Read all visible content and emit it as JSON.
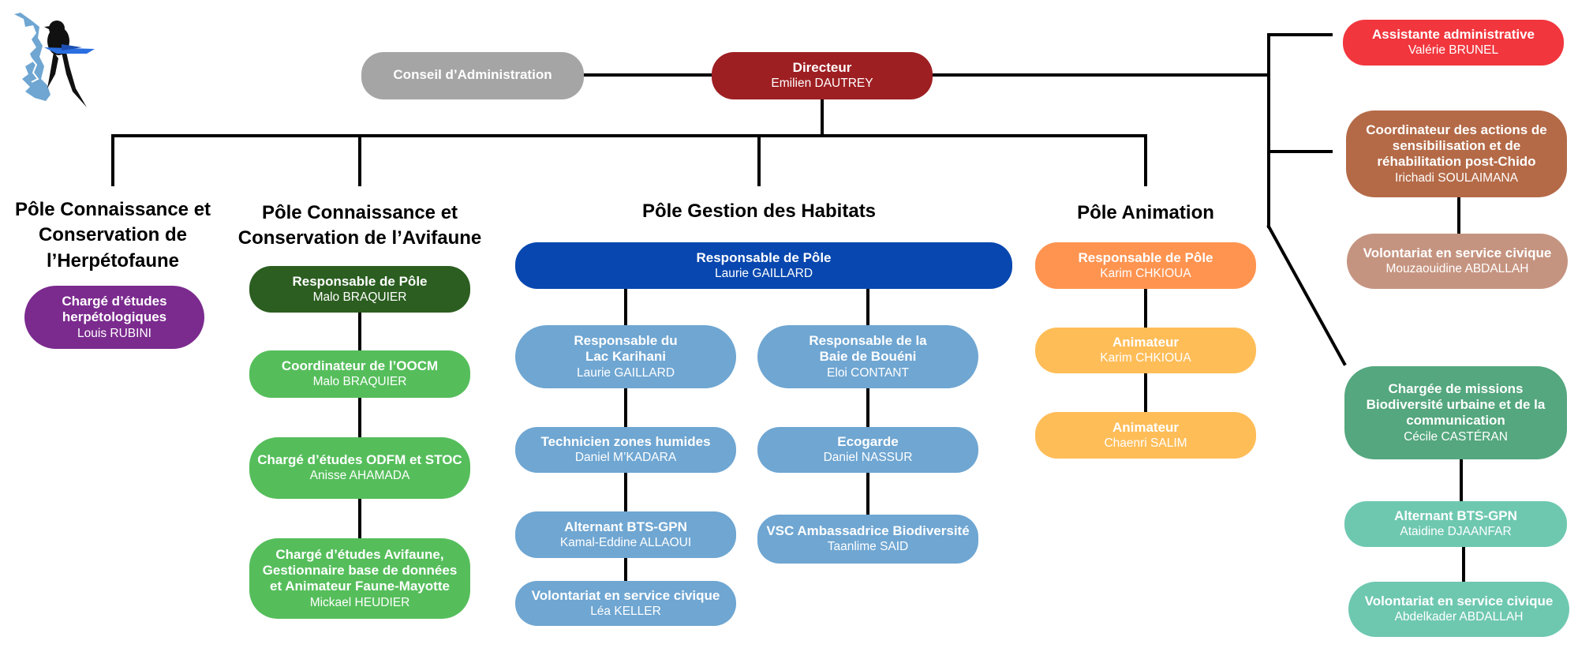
{
  "colors": {
    "connector": "#000000",
    "board": "#A5A5A5",
    "director": "#9E1F22",
    "herpeto": "#7B2A8E",
    "avifaune_head": "#2B5E20",
    "avifaune": "#55BE5B",
    "habitats_head": "#0747AF",
    "habitats": "#6FA6D2",
    "animation_head": "#FF9450",
    "animation": "#FFBD58",
    "assistant": "#F1363D",
    "coord_chido": "#B46A47",
    "coord_chido_light": "#C59480",
    "biodiv": "#54A77E",
    "biodiv_light": "#6EC8B0"
  },
  "logo": {
    "name": "bird-logo"
  },
  "pole_titles": [
    {
      "id": "herpeto",
      "text": "Pôle Connaissance et\nConservation de\nl’Herpétofaune"
    },
    {
      "id": "avifaune",
      "text": "Pôle Connaissance et\nConservation de l’Avifaune"
    },
    {
      "id": "habitats",
      "text": "Pôle Gestion des Habitats"
    },
    {
      "id": "animation",
      "text": "Pôle Animation"
    }
  ],
  "nodes": [
    {
      "id": "conseil",
      "role": "Conseil d’Administration",
      "person": ""
    },
    {
      "id": "directeur",
      "role": "Directeur",
      "person": "Emilien DAUTREY"
    },
    {
      "id": "herp-charge",
      "role": "Chargé d’études\nherpétologiques",
      "person": "Louis RUBINI"
    },
    {
      "id": "avi-resp",
      "role": "Responsable de Pôle",
      "person": "Malo BRAQUIER"
    },
    {
      "id": "avi-coord",
      "role": "Coordinateur de l’OOCM",
      "person": "Malo BRAQUIER"
    },
    {
      "id": "avi-odfm",
      "role": "Chargé d’études ODFM et STOC",
      "person": "Anisse AHAMADA"
    },
    {
      "id": "avi-faune",
      "role": "Chargé d’études Avifaune,\nGestionnaire base de données\net Animateur Faune-Mayotte",
      "person": "Mickael HEUDIER"
    },
    {
      "id": "hab-resp",
      "role": "Responsable de Pôle",
      "person": "Laurie GAILLARD"
    },
    {
      "id": "hab-lac",
      "role": "Responsable du\nLac Karihani",
      "person": "Laurie GAILLARD"
    },
    {
      "id": "hab-tech",
      "role": "Technicien zones humides",
      "person": "Daniel M’KADARA"
    },
    {
      "id": "hab-alt",
      "role": "Alternant BTS-GPN",
      "person": "Kamal-Eddine ALLAOUI"
    },
    {
      "id": "hab-vol",
      "role": "Volontariat en service civique",
      "person": "Léa KELLER"
    },
    {
      "id": "hab-baie",
      "role": "Responsable de la\nBaie de Bouéni",
      "person": "Eloi CONTANT"
    },
    {
      "id": "hab-eco",
      "role": "Ecogarde",
      "person": "Daniel NASSUR"
    },
    {
      "id": "hab-vsc",
      "role": "VSC Ambassadrice Biodiversité",
      "person": "Taanlime SAID"
    },
    {
      "id": "anim-resp",
      "role": "Responsable de Pôle",
      "person": "Karim CHKIOUA"
    },
    {
      "id": "anim-1",
      "role": "Animateur",
      "person": "Karim CHKIOUA"
    },
    {
      "id": "anim-2",
      "role": "Animateur",
      "person": "Chaenri SALIM"
    },
    {
      "id": "assistante",
      "role": "Assistante administrative",
      "person": "Valérie BRUNEL"
    },
    {
      "id": "coord-chido",
      "role": "Coordinateur des actions de\nsensibilisation et de\nréhabilitation post-Chido",
      "person": "Irichadi SOULAIMANA"
    },
    {
      "id": "chido-vol",
      "role": "Volontariat en service civique",
      "person": "Mouzaouidine ABDALLAH"
    },
    {
      "id": "biodiv",
      "role": "Chargée de missions\nBiodiversité urbaine et de la\ncommunication",
      "person": "Cécile CASTÉRAN"
    },
    {
      "id": "biodiv-alt",
      "role": "Alternant BTS-GPN",
      "person": "Ataidine DJAANFAR"
    },
    {
      "id": "biodiv-vol",
      "role": "Volontariat en service civique",
      "person": "Abdelkader ABDALLAH"
    }
  ]
}
